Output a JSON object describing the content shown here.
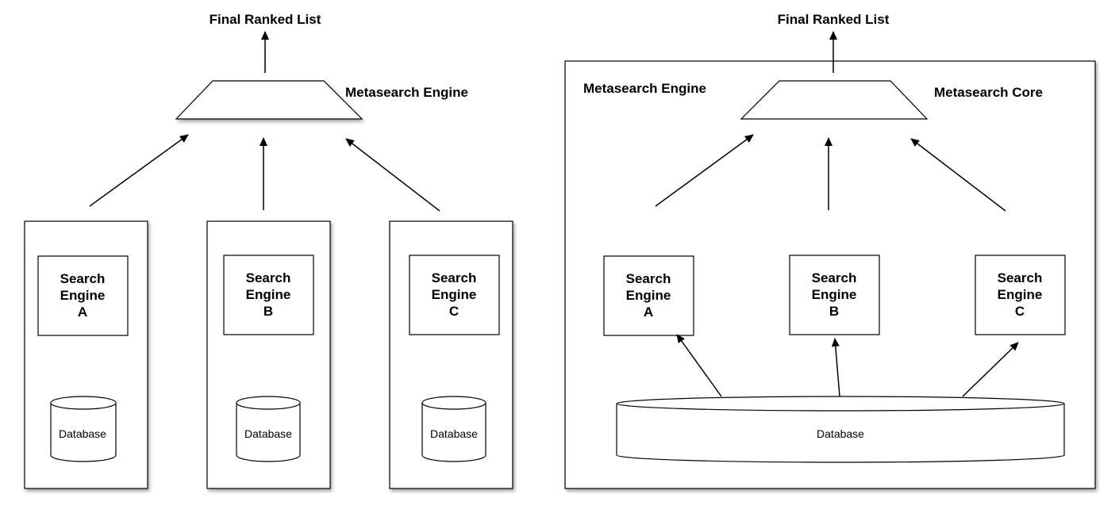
{
  "left_diagram": {
    "output_label": "Final Ranked List",
    "metasearch_label": "Metasearch Engine",
    "columns": [
      {
        "engine_lines": [
          "Search",
          "Engine",
          "A"
        ],
        "database_label": "Database"
      },
      {
        "engine_lines": [
          "Search",
          "Engine",
          "B"
        ],
        "database_label": "Database"
      },
      {
        "engine_lines": [
          "Search",
          "Engine",
          "C"
        ],
        "database_label": "Database"
      }
    ]
  },
  "right_diagram": {
    "output_label": "Final Ranked List",
    "container_label": "Metasearch Engine",
    "core_label": "Metasearch Core",
    "engines": [
      {
        "lines": [
          "Search",
          "Engine",
          "A"
        ]
      },
      {
        "lines": [
          "Search",
          "Engine",
          "B"
        ]
      },
      {
        "lines": [
          "Search",
          "Engine",
          "C"
        ]
      }
    ],
    "database_label": "Database"
  }
}
